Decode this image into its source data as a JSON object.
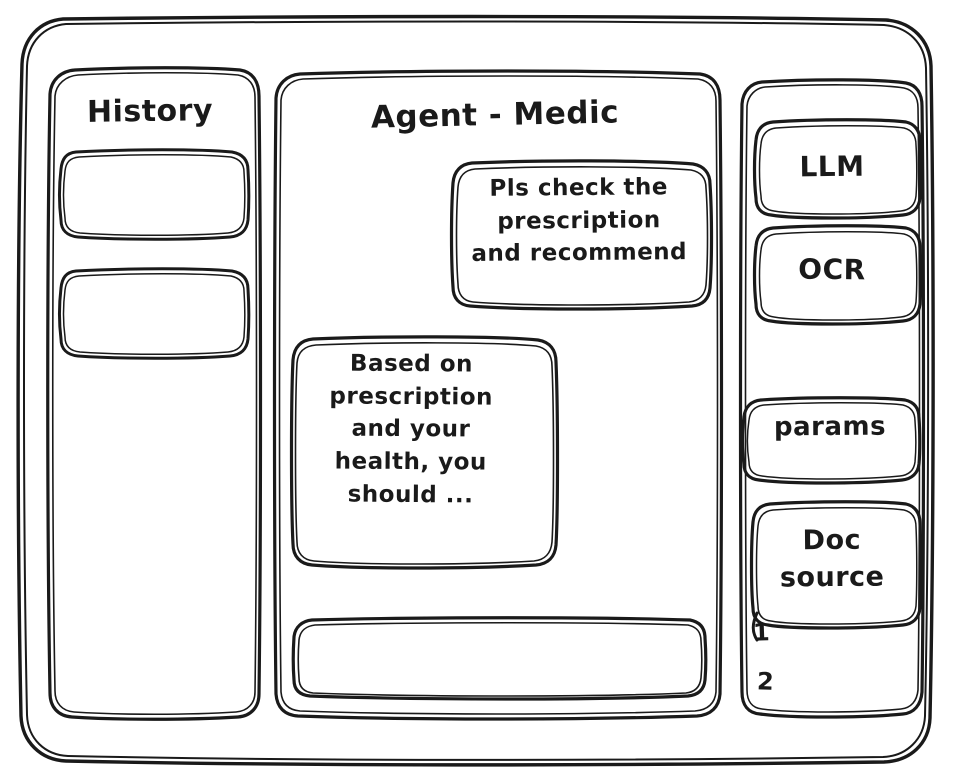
{
  "window": {
    "background": "#ffffff",
    "stroke_color": "#1a1a1a"
  },
  "sidebar_left": {
    "title": "History",
    "items": [
      {
        "name": "history-entry-1",
        "label": ""
      },
      {
        "name": "history-entry-2",
        "label": ""
      }
    ]
  },
  "main": {
    "title": "Agent - Medic",
    "messages": [
      {
        "role": "user",
        "text": "Pls check the\nprescription\nand recommend"
      },
      {
        "role": "assistant",
        "text": "Based on\nprescription\nand your\nhealth, you\nshould ..."
      }
    ],
    "composer": {
      "value": "",
      "placeholder": ""
    }
  },
  "sidebar_right": {
    "cards": [
      {
        "name": "llm-card",
        "label": "LLM"
      },
      {
        "name": "ocr-card",
        "label": "OCR"
      },
      {
        "name": "params-card",
        "label": "params"
      },
      {
        "name": "doc-source-card",
        "label": "Doc\nsource"
      }
    ],
    "doc_source_items": [
      "1",
      "2"
    ]
  }
}
